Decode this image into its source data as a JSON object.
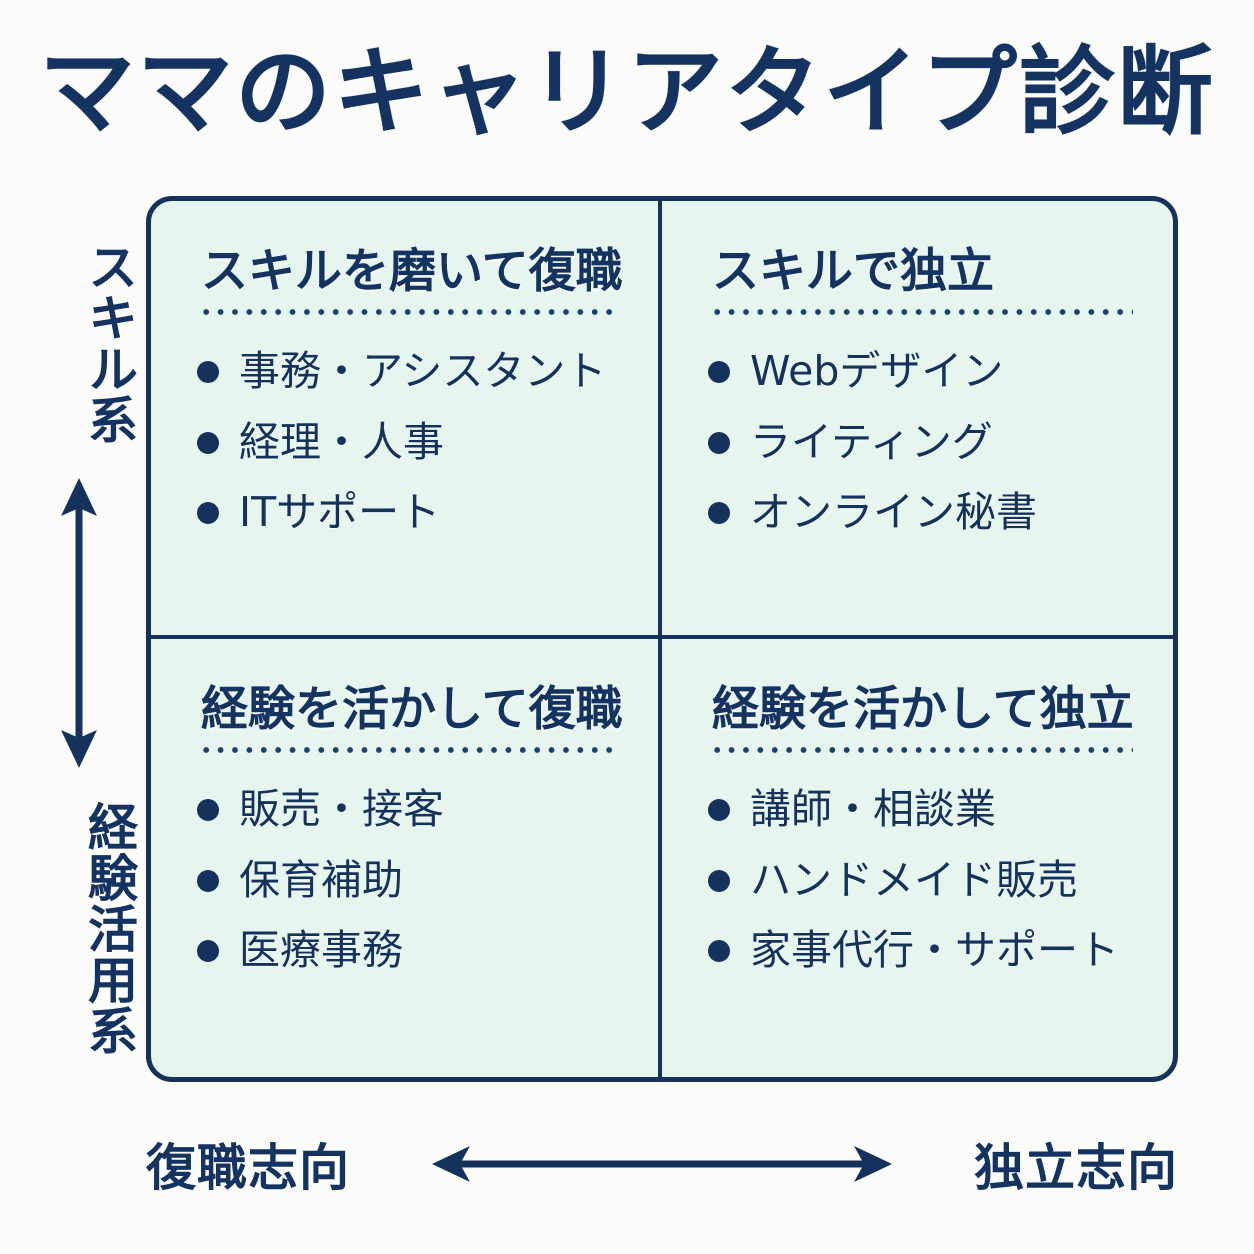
{
  "title": "ママのキャリアタイプ診断",
  "colors": {
    "background": "#fbfbfa",
    "navy": "#143361",
    "border": "#15325c",
    "panel": "#e6f5ee"
  },
  "axes": {
    "y": {
      "top_label": "スキル系",
      "bottom_label": "経験活用系",
      "arrow": "double-arrow-vertical"
    },
    "x": {
      "left_label": "復職志向",
      "right_label": "独立志向",
      "arrow": "double-arrow-horizontal"
    }
  },
  "quadrants": [
    {
      "id": "skill-return",
      "heading": "スキルを磨いて復職",
      "items": [
        "事務・アシスタント",
        "経理・人事",
        "ITサポート"
      ]
    },
    {
      "id": "skill-independent",
      "heading": "スキルで独立",
      "items": [
        "Webデザイン",
        "ライティング",
        "オンライン秘書"
      ]
    },
    {
      "id": "experience-return",
      "heading": "経験を活かして復職",
      "items": [
        "販売・接客",
        "保育補助",
        "医療事務"
      ]
    },
    {
      "id": "experience-independent",
      "heading": "経験を活かして独立",
      "items": [
        "講師・相談業",
        "ハンドメイド販売",
        "家事代行・サポート"
      ]
    }
  ],
  "chart_data": {
    "type": "table",
    "title": "ママのキャリアタイプ診断",
    "xlabel": "復職志向 ↔ 独立志向",
    "ylabel": "スキル系 ↕ 経験活用系",
    "x_axis_poles": [
      "復職志向",
      "独立志向"
    ],
    "y_axis_poles": [
      "スキル系",
      "経験活用系"
    ],
    "cells": [
      {
        "x": "復職志向",
        "y": "スキル系",
        "label": "スキルを磨いて復職",
        "values": [
          "事務・アシスタント",
          "経理・人事",
          "ITサポート"
        ]
      },
      {
        "x": "独立志向",
        "y": "スキル系",
        "label": "スキルで独立",
        "values": [
          "Webデザイン",
          "ライティング",
          "オンライン秘書"
        ]
      },
      {
        "x": "復職志向",
        "y": "経験活用系",
        "label": "経験を活かして復職",
        "values": [
          "販売・接客",
          "保育補助",
          "医療事務"
        ]
      },
      {
        "x": "独立志向",
        "y": "経験活用系",
        "label": "経験を活かして独立",
        "values": [
          "講師・相談業",
          "ハンドメイド販売",
          "家事代行・サポート"
        ]
      }
    ]
  }
}
